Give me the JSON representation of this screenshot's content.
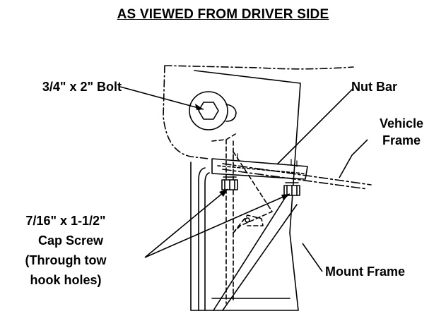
{
  "title": "AS VIEWED FROM DRIVER SIDE",
  "labels": {
    "bolt": "3/4\" x 2\" Bolt",
    "nut_bar": "Nut Bar",
    "vehicle_frame_line1": "Vehicle",
    "vehicle_frame_line2": "Frame",
    "cap_screw_line1": "7/16\" x 1-1/2\"",
    "cap_screw_line2": "Cap Screw",
    "cap_screw_line3": "(Through tow",
    "cap_screw_line4": "hook holes)",
    "mount_frame": "Mount Frame"
  }
}
